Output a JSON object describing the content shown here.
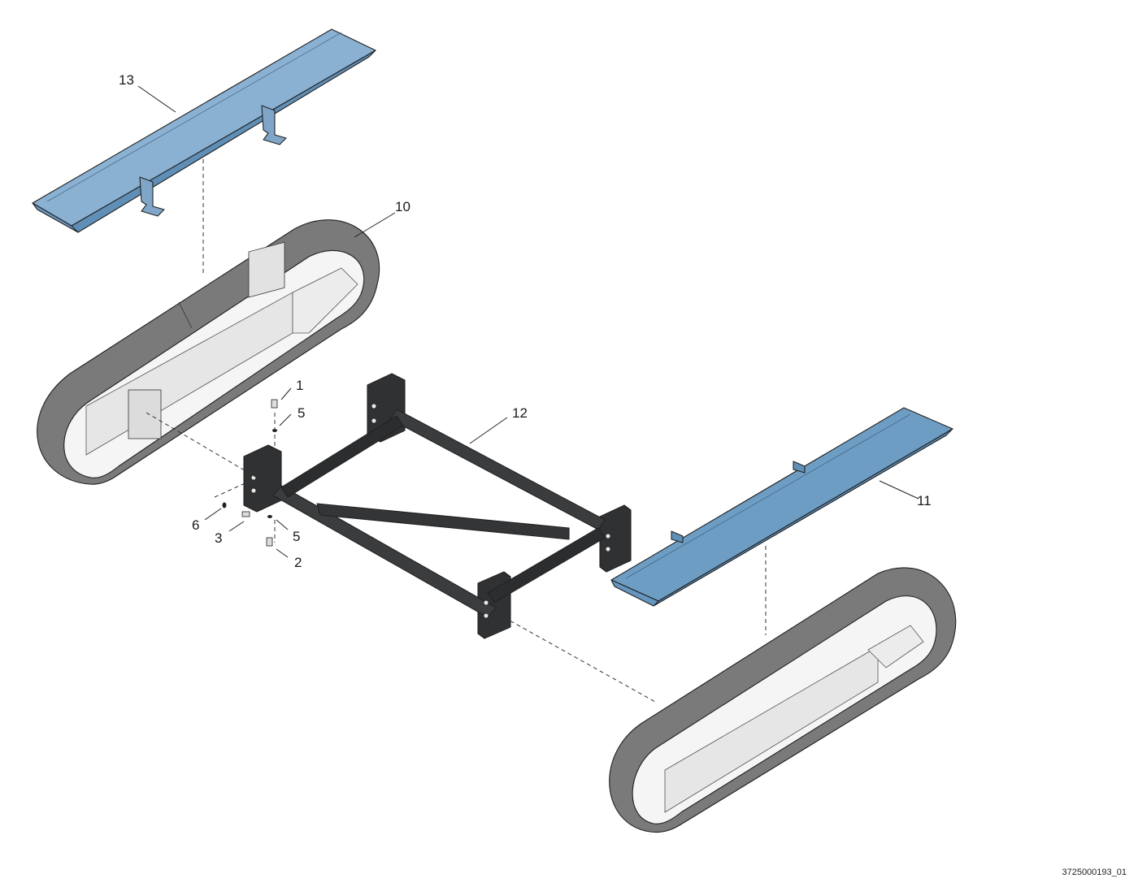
{
  "callouts": {
    "c1": "1",
    "c2": "2",
    "c3": "3",
    "c5a": "5",
    "c5b": "5",
    "c6": "6",
    "c10": "10",
    "c11": "11",
    "c12": "12",
    "c13": "13"
  },
  "document_id": "3725000193_01",
  "colors": {
    "track_rubber": "#7c7c7c",
    "track_inner": "#f4f4f4",
    "frame_dark": "#2f3133",
    "plate_blue": "#7fa6c8",
    "plate_blue_dark": "#5f8fb6"
  }
}
